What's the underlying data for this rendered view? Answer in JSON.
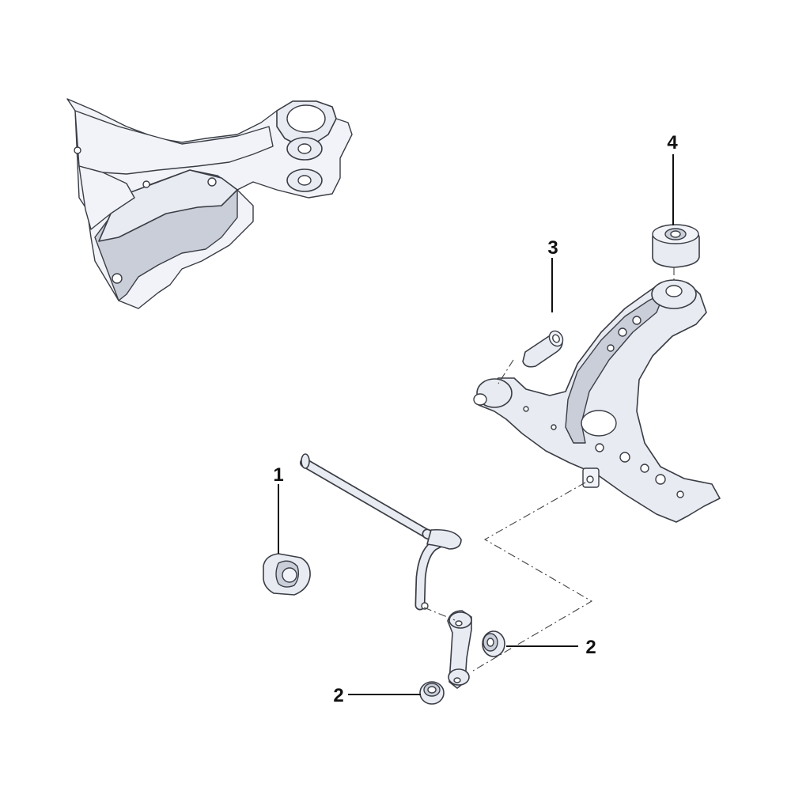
{
  "callouts": {
    "c1": "1",
    "c2a": "2",
    "c2b": "2",
    "c3": "3",
    "c4": "4"
  },
  "colors": {
    "part": "#e8ebf1",
    "outline": "#3a3d45",
    "text": "#111111"
  }
}
